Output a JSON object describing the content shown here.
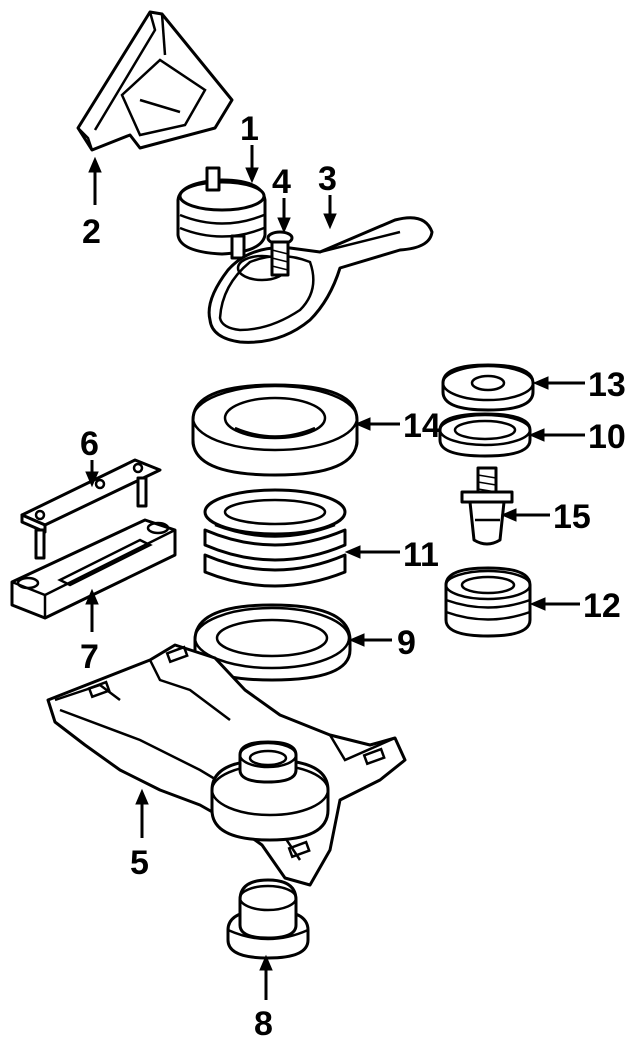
{
  "diagram": {
    "callouts": {
      "n1": "1",
      "n2": "2",
      "n3": "3",
      "n4": "4",
      "n5": "5",
      "n6": "6",
      "n7": "7",
      "n8": "8",
      "n9": "9",
      "n10": "10",
      "n11": "11",
      "n12": "12",
      "n13": "13",
      "n14": "14",
      "n15": "15"
    },
    "line_color": "#000000",
    "background": "#ffffff"
  }
}
